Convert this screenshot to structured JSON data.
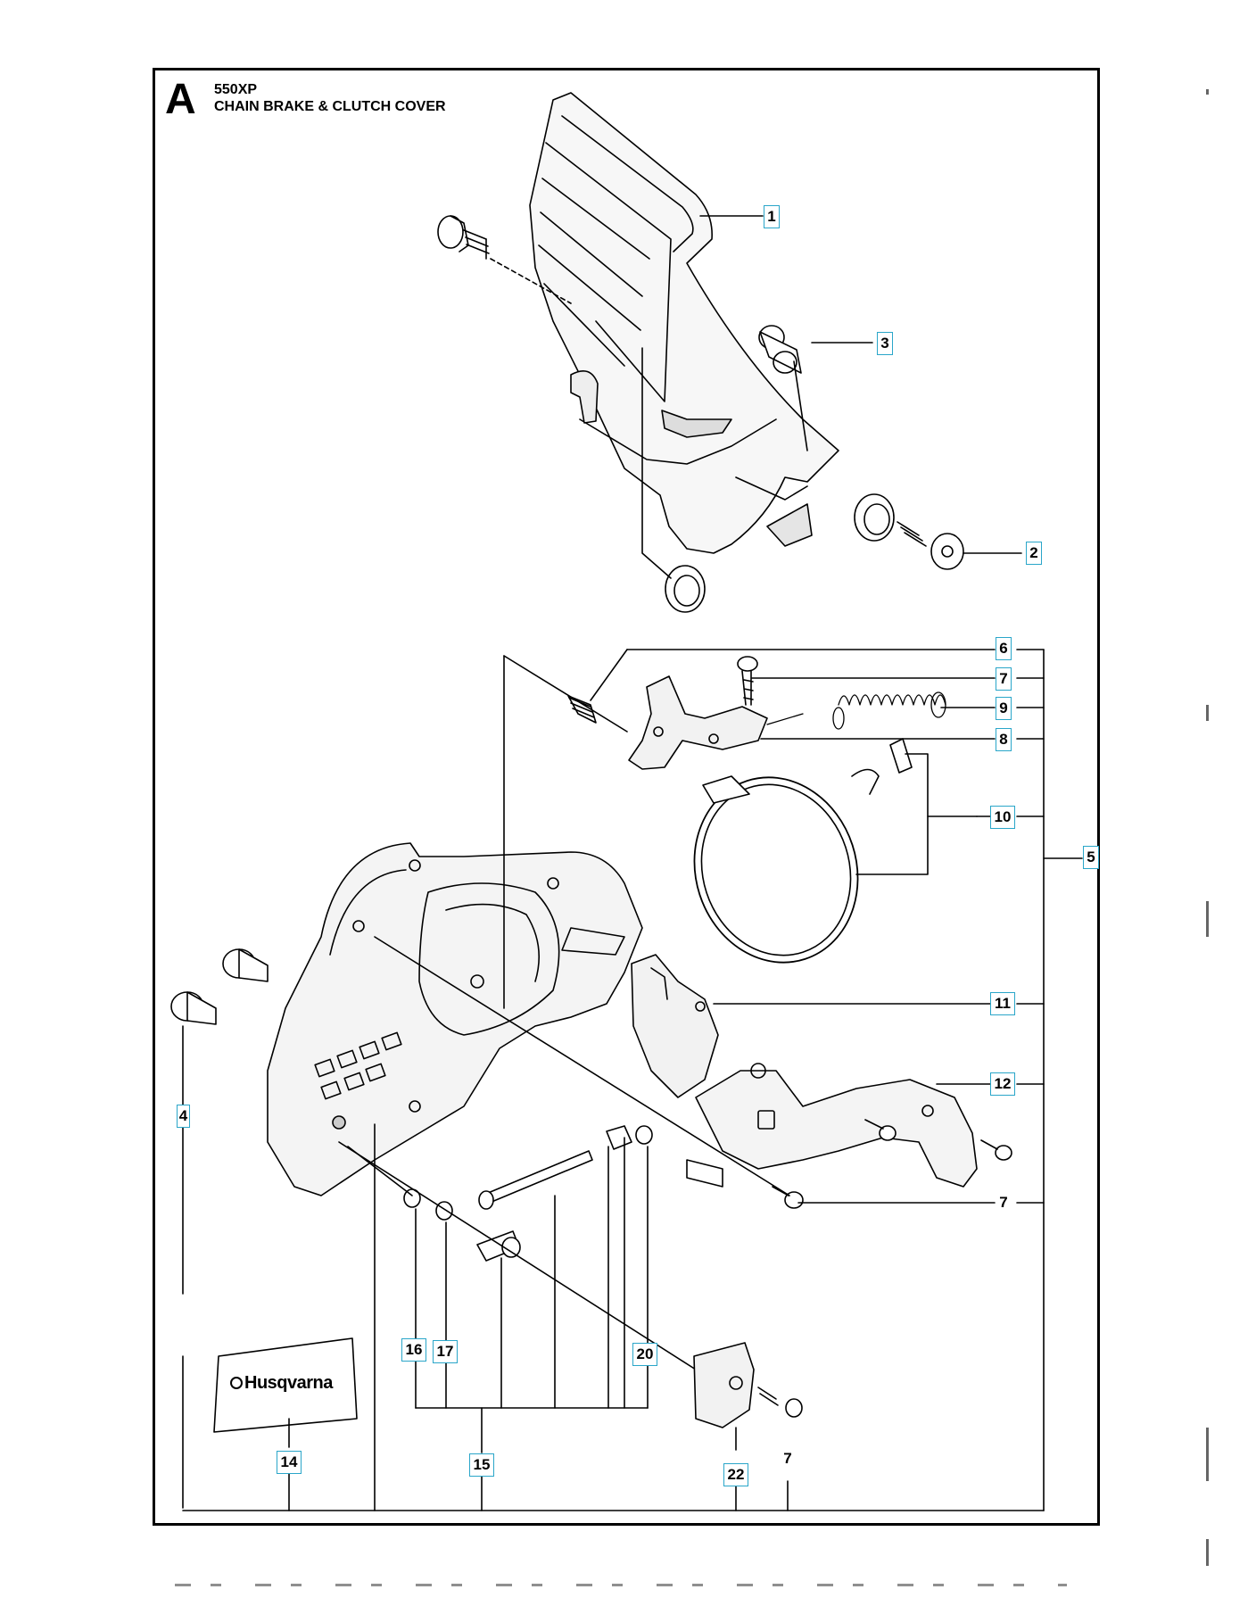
{
  "header": {
    "section_letter": "A",
    "model": "550XP",
    "title": "CHAIN BRAKE & CLUTCH COVER"
  },
  "brand_logo": "Husqvarna",
  "callouts": {
    "c1": "1",
    "c2": "2",
    "c3": "3",
    "c4": "4",
    "c5": "5",
    "c6": "6",
    "c7a": "7",
    "c7b": "7",
    "c7c": "7",
    "c8": "8",
    "c9": "9",
    "c10": "10",
    "c11": "11",
    "c12": "12",
    "c14": "14",
    "c15": "15",
    "c16": "16",
    "c17": "17",
    "c20": "20",
    "c22": "22"
  },
  "colors": {
    "callout_border": "#2aa6c9",
    "line": "#000000"
  }
}
